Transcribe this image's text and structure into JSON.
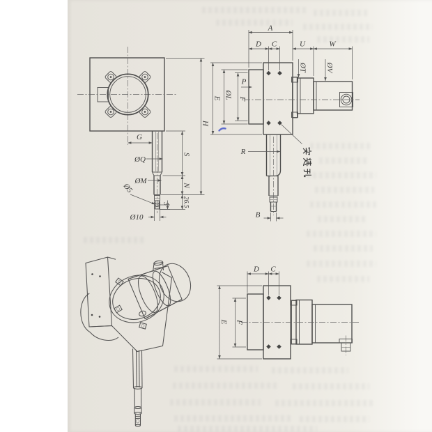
{
  "drawing": {
    "annotation_mounting_hole": "安装孔",
    "views": {
      "front": {
        "labels": {
          "g": "G",
          "phi_q": "ØQ",
          "phi_m": "ØM",
          "phi_5": "Ø5",
          "phi_10": "Ø10",
          "tip_5": "5",
          "s": "S",
          "n": "N",
          "len_26_5": "26.5",
          "h": "H"
        }
      },
      "side_top": {
        "labels": {
          "a": "A",
          "d": "D",
          "c": "C",
          "u": "U",
          "w": "W",
          "phi_t": "ØT",
          "phi_v": "ØV",
          "e": "E",
          "phi_l": "ØL",
          "p": "P",
          "f": "F",
          "r": "R",
          "b": "B"
        }
      },
      "side_bottom": {
        "labels": {
          "d": "D",
          "c": "C",
          "e": "E",
          "f": "F"
        }
      }
    },
    "colors": {
      "paper": "#e9e6df",
      "line": "#3f3f3f",
      "pen_mark": "#2e41c7"
    }
  }
}
